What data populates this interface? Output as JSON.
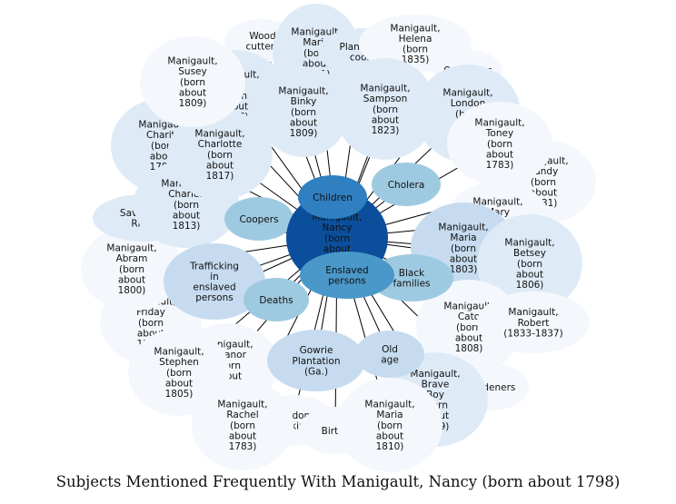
{
  "caption": "Subjects Mentioned Frequently With Manigault, Nancy (born about 1798)",
  "colors": {
    "center": "#0b4f9c",
    "level1": "#2f7fc1",
    "level2": "#4a98c9",
    "level3": "#9ecae1",
    "level4": "#c6dbef",
    "level5": "#deebf7",
    "level6": "#f4f8fd",
    "edge": "#000000"
  },
  "center": {
    "id": "nancy",
    "label": "Manigault,\nNancy\n(born\nabout\n1798)",
    "shade": "center"
  },
  "nodes": [
    {
      "id": "wood-cutters",
      "label": "Wood\ncutters",
      "shade": "level6"
    },
    {
      "id": "maria-b",
      "label": "Manigault,\nMaria\n(born\nabout\n1801)",
      "shade": "level5"
    },
    {
      "id": "plantation-cooks",
      "label": "Plantation\ncooks",
      "shade": "level5"
    },
    {
      "id": "helena",
      "label": "Manigault,\nHelena\n(born\n1835)",
      "shade": "level6"
    },
    {
      "id": "overseers",
      "label": "Overseers",
      "shade": "level6"
    },
    {
      "id": "london",
      "label": "Manigault,\nLondon\n(born\nabout\n1800)",
      "shade": "level5"
    },
    {
      "id": "toney",
      "label": "Manigault,\nToney\n(born\nabout\n1783)",
      "shade": "level6"
    },
    {
      "id": "sandy",
      "label": "Manigault,\nSandy\n(born\nabout\n1831)",
      "shade": "level6"
    },
    {
      "id": "mary",
      "label": "Manigault,\nMary\n(born\nabout\n1825)",
      "shade": "level6"
    },
    {
      "id": "maria-1803",
      "label": "Manigault,\nMaria\n(born\nabout\n1803)",
      "shade": "level4"
    },
    {
      "id": "betsey",
      "label": "Manigault,\nBetsey\n(born\nabout\n1806)",
      "shade": "level5"
    },
    {
      "id": "robert",
      "label": "Manigault,\nRobert\n(1833-1837)",
      "shade": "level6"
    },
    {
      "id": "cato",
      "label": "Manigault,\nCato\n(born\nabout\n1808)",
      "shade": "level6"
    },
    {
      "id": "gardeners",
      "label": "Gardeners",
      "shade": "level6"
    },
    {
      "id": "brave-boy",
      "label": "Manigault,\nBrave\nBoy\n(born\nabout\n1809)",
      "shade": "level5"
    },
    {
      "id": "maria-1810",
      "label": "Manigault,\nMaria\n(born\nabout\n1810)",
      "shade": "level6"
    },
    {
      "id": "old-age",
      "label": "Old\nage",
      "shade": "level4"
    },
    {
      "id": "births",
      "label": "Births",
      "shade": "level6"
    },
    {
      "id": "freedom-seeking",
      "label": "Freedom\nseeking",
      "shade": "level6"
    },
    {
      "id": "gowrie",
      "label": "Gowrie\nPlantation\n(Ga.)",
      "shade": "level4"
    },
    {
      "id": "rachel",
      "label": "Manigault,\nRachel\n(born\nabout\n1783)",
      "shade": "level6"
    },
    {
      "id": "stephen",
      "label": "Manigault,\nStephen\n(born\nabout\n1805)",
      "shade": "level6"
    },
    {
      "id": "eleanor",
      "label": "Manigault,\nEleanor\n(born\nabout\n1804)",
      "shade": "level6"
    },
    {
      "id": "friday",
      "label": "Manigault,\nFriday\n(born\nabout\n1787)",
      "shade": "level6"
    },
    {
      "id": "abram",
      "label": "Manigault,\nAbram\n(born\nabout\n1800)",
      "shade": "level6"
    },
    {
      "id": "savannah",
      "label": "Savannah\nRiver",
      "shade": "level5"
    },
    {
      "id": "charity",
      "label": "Manigault,\nCharity\n(born\nabout\n1791)",
      "shade": "level5"
    },
    {
      "id": "charles",
      "label": "Manigault,\nCharles\n(born\nabout\n1813)",
      "shade": "level5"
    },
    {
      "id": "charlotte",
      "label": "Manigault,\nCharlotte\n(born\nabout\n1817)",
      "shade": "level5"
    },
    {
      "id": "susey",
      "label": "Manigault,\nSusey\n(born\nabout\n1809)",
      "shade": "level6"
    },
    {
      "id": "juba",
      "label": "Manigault,\nJuba\n(born\nabout\n1807)",
      "shade": "level5"
    },
    {
      "id": "binky",
      "label": "Manigault,\nBinky\n(born\nabout\n1809)",
      "shade": "level5"
    },
    {
      "id": "sampson",
      "label": "Manigault,\nSampson\n(born\nabout\n1823)",
      "shade": "level5"
    },
    {
      "id": "trafficking",
      "label": "Trafficking\nin\nenslaved\npersons",
      "shade": "level4"
    },
    {
      "id": "deaths",
      "label": "Deaths",
      "shade": "level3"
    },
    {
      "id": "coopers",
      "label": "Coopers",
      "shade": "level3"
    },
    {
      "id": "cholera",
      "label": "Cholera",
      "shade": "level3"
    },
    {
      "id": "black-families",
      "label": "Black\nfamilies",
      "shade": "level3"
    },
    {
      "id": "children",
      "label": "Children",
      "shade": "level1"
    },
    {
      "id": "enslaved",
      "label": "Enslaved\npersons",
      "shade": "level2"
    }
  ]
}
